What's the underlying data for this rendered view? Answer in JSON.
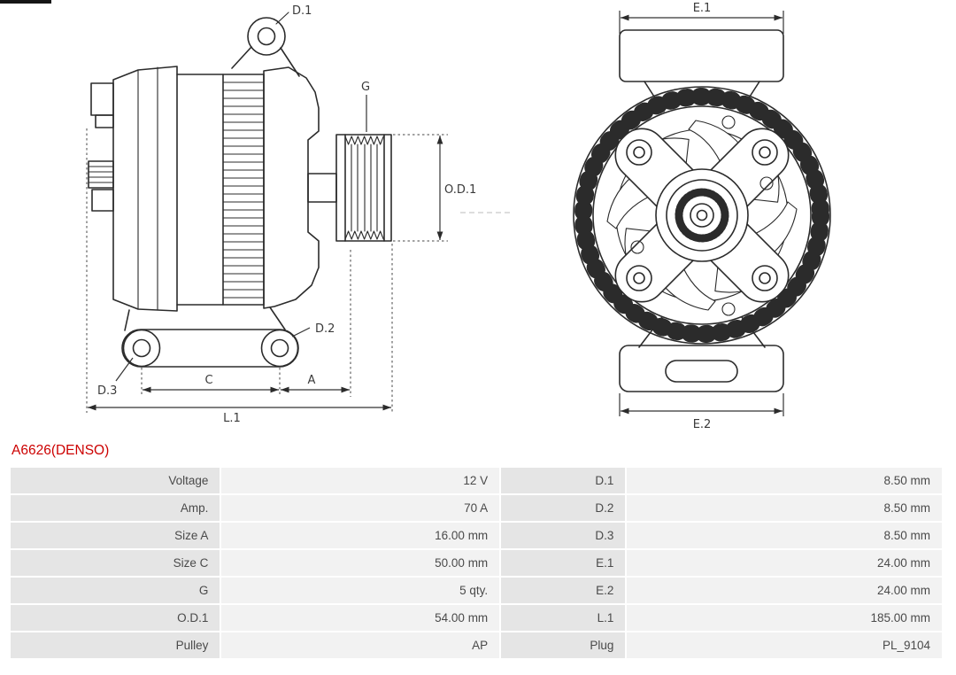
{
  "page": {
    "background": "#ffffff",
    "accent_color": "#cc0000"
  },
  "part": {
    "number": "A6626(DENSO)"
  },
  "drawing": {
    "side_view": {
      "d1": "D.1",
      "g": "G",
      "od1": "O.D.1",
      "d2": "D.2",
      "d3": "D.3",
      "c": "C",
      "a": "A",
      "l1": "L.1"
    },
    "front_view": {
      "e1": "E.1",
      "e2": "E.2"
    }
  },
  "table": {
    "rows": [
      {
        "label1": "Voltage",
        "value1": "12 V",
        "label2": "D.1",
        "value2": "8.50 mm"
      },
      {
        "label1": "Amp.",
        "value1": "70 A",
        "label2": "D.2",
        "value2": "8.50 mm"
      },
      {
        "label1": "Size A",
        "value1": "16.00 mm",
        "label2": "D.3",
        "value2": "8.50 mm"
      },
      {
        "label1": "Size C",
        "value1": "50.00 mm",
        "label2": "E.1",
        "value2": "24.00 mm"
      },
      {
        "label1": "G",
        "value1": "5 qty.",
        "label2": "E.2",
        "value2": "24.00 mm"
      },
      {
        "label1": "O.D.1",
        "value1": "54.00 mm",
        "label2": "L.1",
        "value2": "185.00 mm"
      },
      {
        "label1": "Pulley",
        "value1": "AP",
        "label2": "Plug",
        "value2": "PL_9104"
      }
    ]
  }
}
